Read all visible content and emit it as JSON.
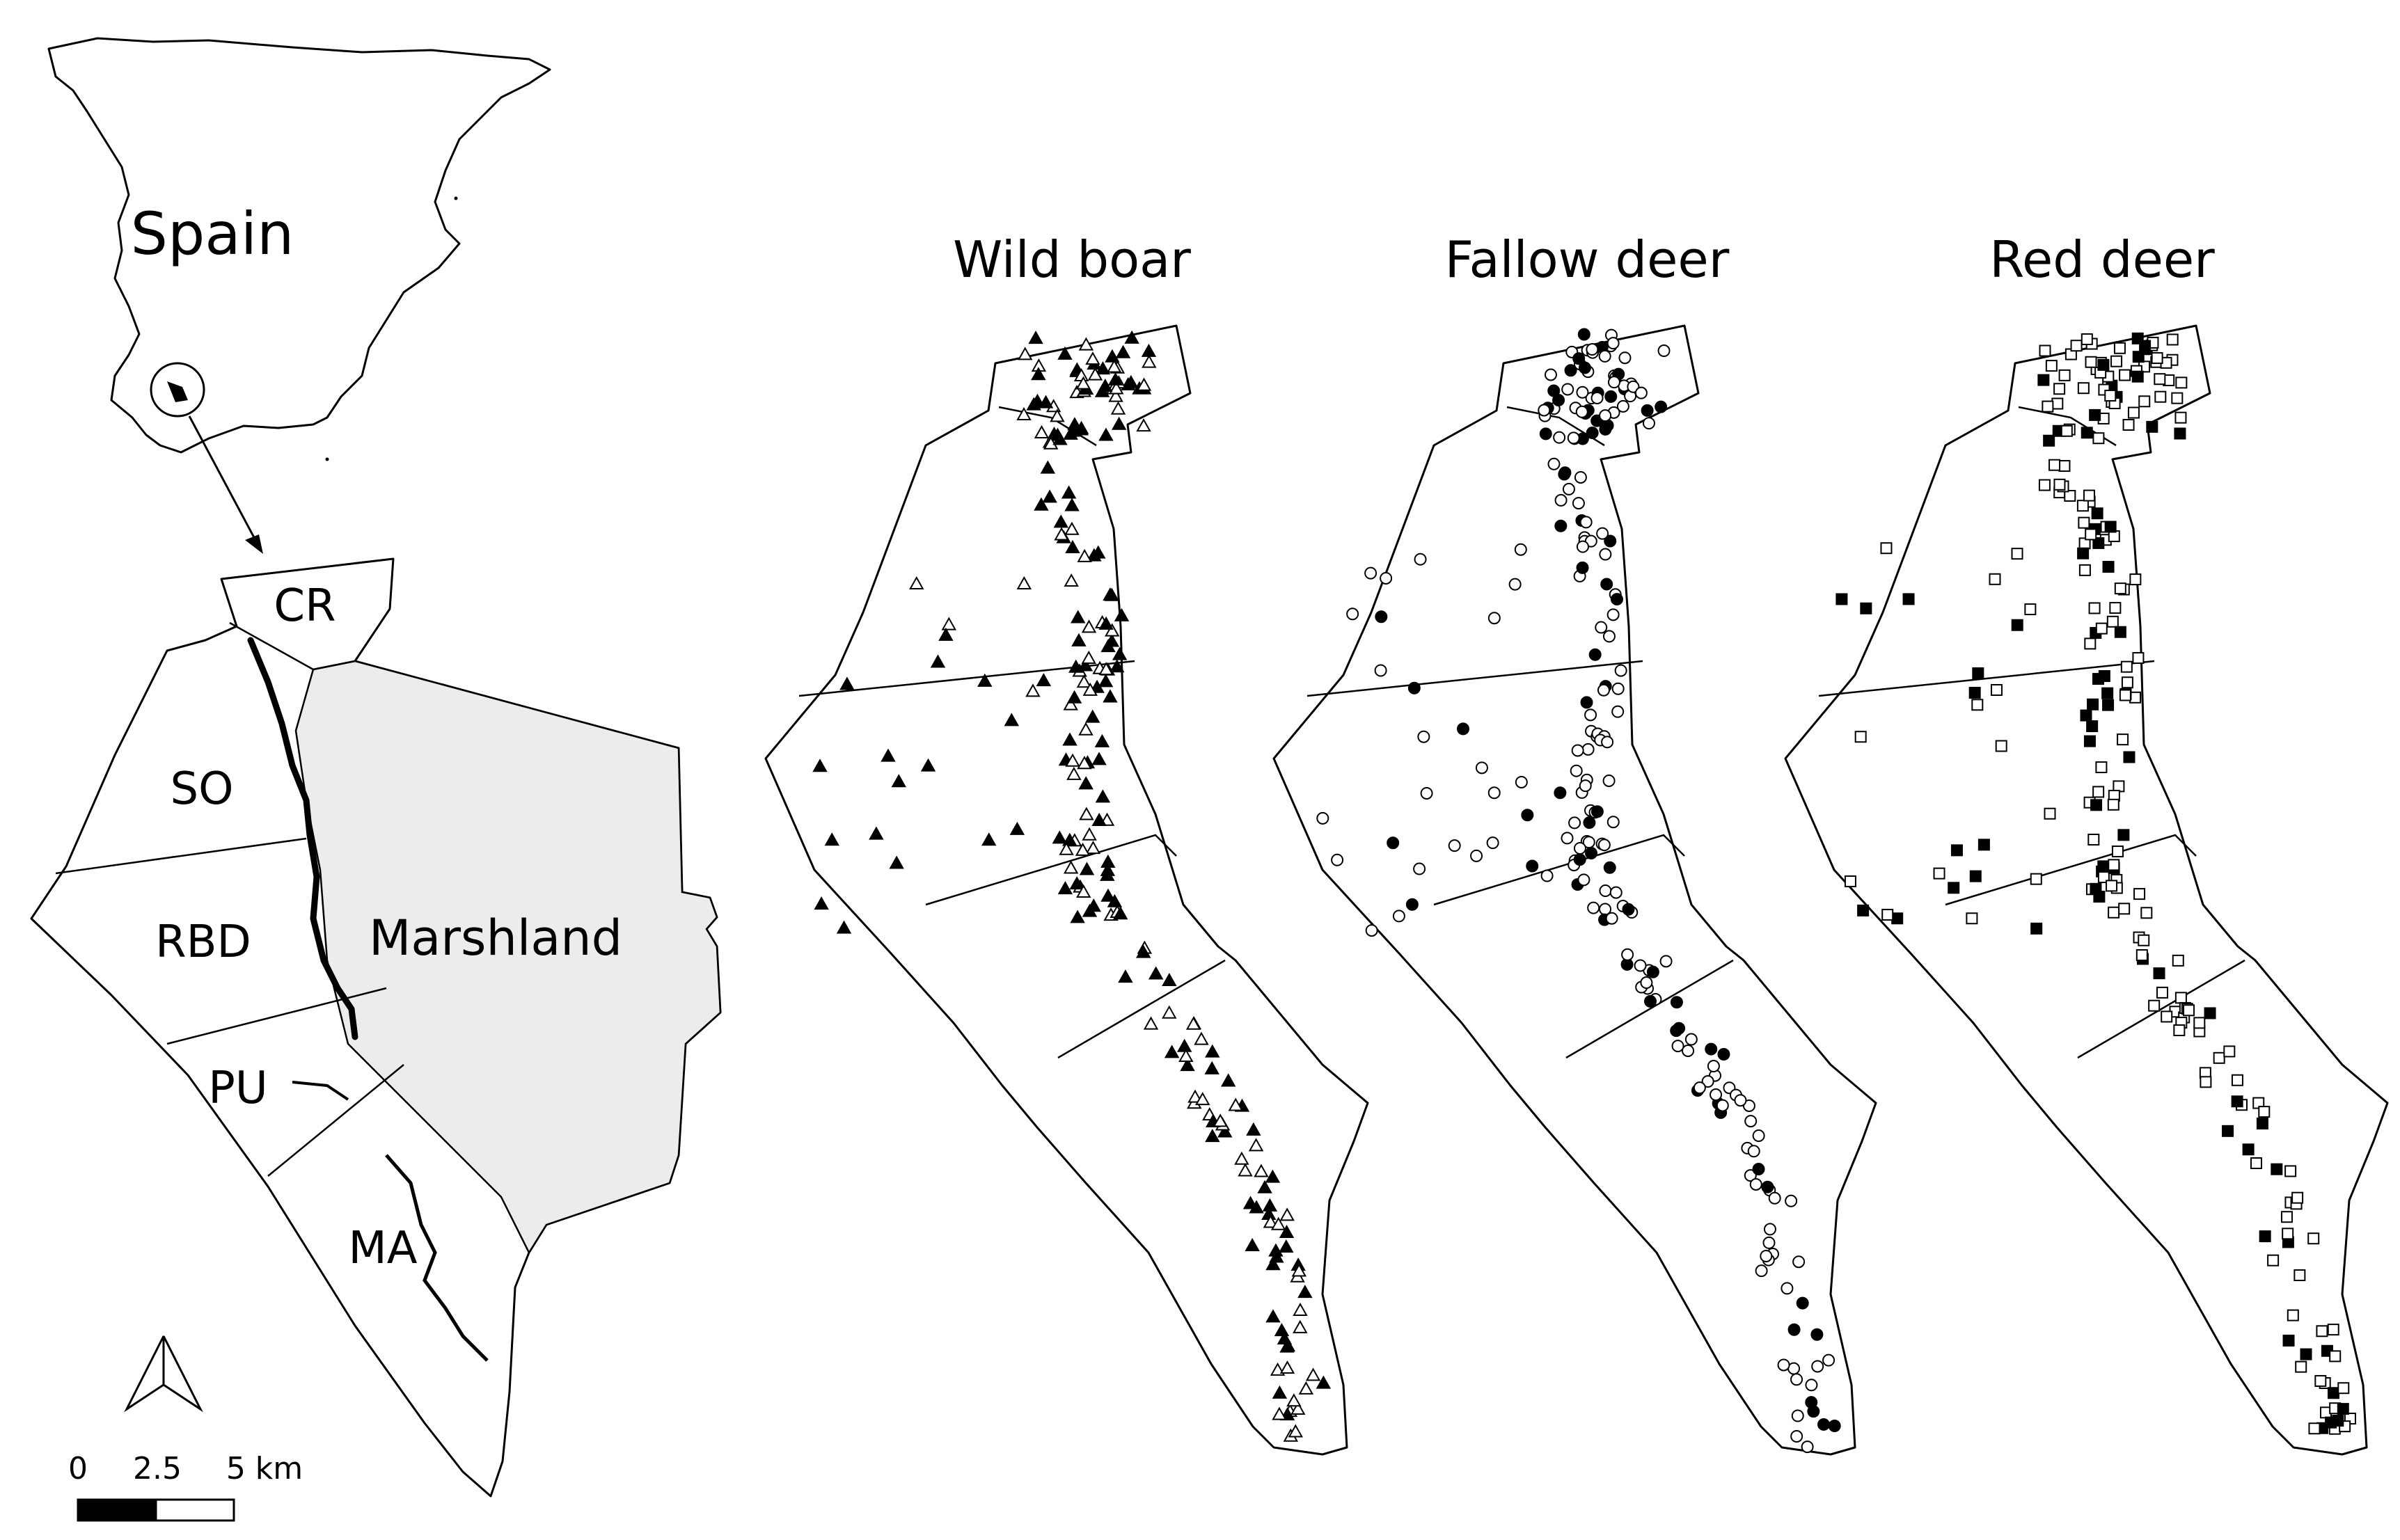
{
  "map": {
    "country_label": "Spain",
    "zones": {
      "cr": "CR",
      "so": "SO",
      "rbd": "RBD",
      "pu": "PU",
      "ma": "MA",
      "marsh": "Marshland"
    },
    "scale": {
      "t0": "0",
      "t1": "2.5",
      "t2": "5 km"
    },
    "icons": {
      "north": "north-arrow-icon"
    },
    "colors": {
      "marsh": "#ececec",
      "line": "#000000",
      "paper": "#ffffff"
    }
  },
  "panels": [
    {
      "title": "Wild boar",
      "marker": "triangle"
    },
    {
      "title": "Fallow deer",
      "marker": "circle"
    },
    {
      "title": "Red deer",
      "marker": "square"
    }
  ]
}
